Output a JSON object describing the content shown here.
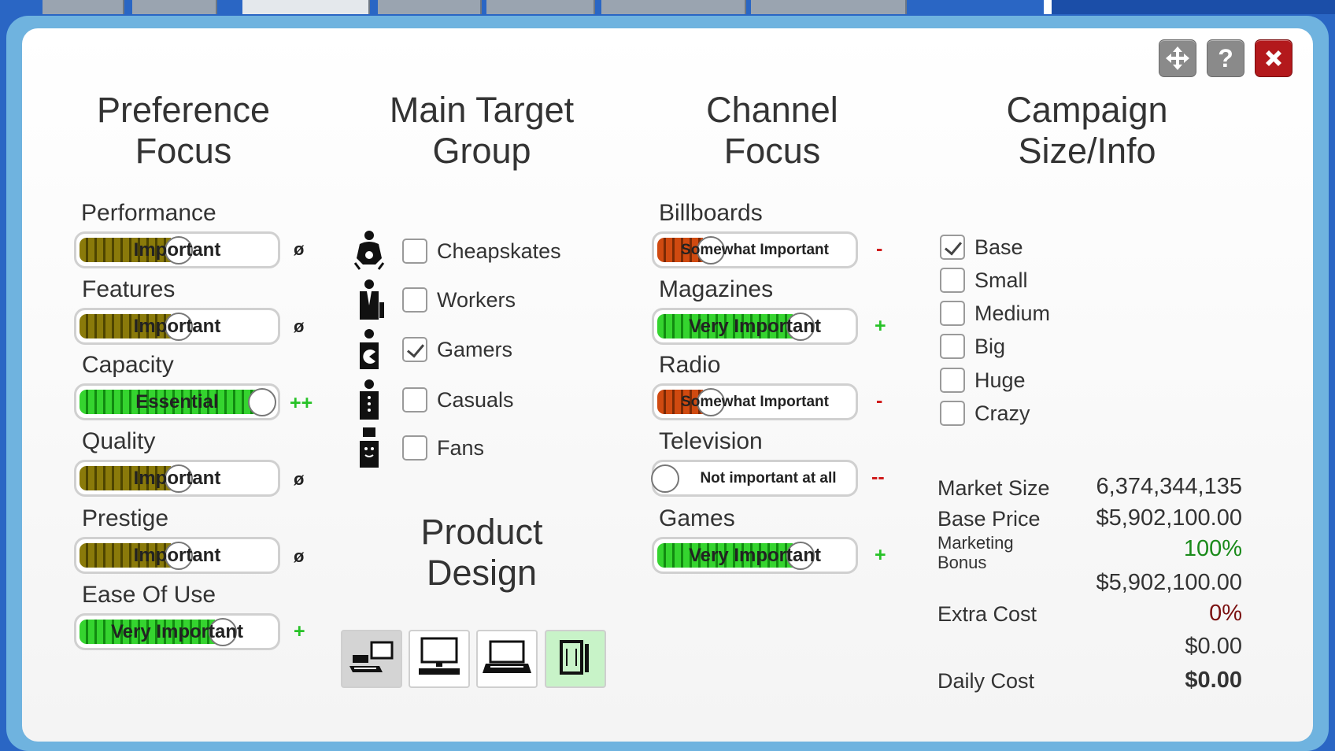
{
  "window": {
    "move_icon": "move-arrows-icon",
    "help_label": "?",
    "close_icon": "close-x-icon"
  },
  "columns": {
    "preference": "Preference\nFocus",
    "target": "Main Target\nGroup",
    "channel": "Channel\nFocus",
    "campaign": "Campaign\nSize/Info",
    "design": "Product\nDesign"
  },
  "preferences": [
    {
      "label": "Performance",
      "value_text": "Important",
      "level": 0.5,
      "indicator": "ø"
    },
    {
      "label": "Features",
      "value_text": "Important",
      "level": 0.5,
      "indicator": "ø"
    },
    {
      "label": "Capacity",
      "value_text": "Essential",
      "level": 1.0,
      "indicator": "++"
    },
    {
      "label": "Quality",
      "value_text": "Important",
      "level": 0.5,
      "indicator": "ø"
    },
    {
      "label": "Prestige",
      "value_text": "Important",
      "level": 0.5,
      "indicator": "ø"
    },
    {
      "label": "Ease Of Use",
      "value_text": "Very Important",
      "level": 0.75,
      "indicator": "+"
    }
  ],
  "target_groups": [
    {
      "label": "Cheapskates",
      "checked": false,
      "icon": "cheapskate-person-icon"
    },
    {
      "label": "Workers",
      "checked": false,
      "icon": "worker-tie-icon"
    },
    {
      "label": "Gamers",
      "checked": true,
      "icon": "gamer-pacman-icon"
    },
    {
      "label": "Casuals",
      "checked": false,
      "icon": "casual-person-icon"
    },
    {
      "label": "Fans",
      "checked": false,
      "icon": "fan-person-icon"
    }
  ],
  "channels": [
    {
      "label": "Billboards",
      "value_text": "Somewhat Important",
      "level": 0.25,
      "indicator": "-"
    },
    {
      "label": "Magazines",
      "value_text": "Very Important",
      "level": 0.75,
      "indicator": "+"
    },
    {
      "label": "Radio",
      "value_text": "Somewhat Important",
      "level": 0.25,
      "indicator": "-"
    },
    {
      "label": "Television",
      "value_text": "Not important at all",
      "level": 0.0,
      "indicator": "--"
    },
    {
      "label": "Games",
      "value_text": "Very Important",
      "level": 0.75,
      "indicator": "+"
    }
  ],
  "design_options": [
    {
      "icon": "console-desktop-icon",
      "selected": "grey"
    },
    {
      "icon": "desktop-monitor-icon",
      "selected": "none"
    },
    {
      "icon": "laptop-icon",
      "selected": "none"
    },
    {
      "icon": "tablet-phone-icon",
      "selected": "green"
    }
  ],
  "sizes": [
    {
      "label": "Base",
      "checked": true
    },
    {
      "label": "Small",
      "checked": false
    },
    {
      "label": "Medium",
      "checked": false
    },
    {
      "label": "Big",
      "checked": false
    },
    {
      "label": "Huge",
      "checked": false
    },
    {
      "label": "Crazy",
      "checked": false
    }
  ],
  "info": {
    "market_size_label": "Market Size",
    "market_size": "6,374,344,135",
    "base_price_label": "Base Price",
    "base_price": "$5,902,100.00",
    "marketing_bonus_label": "Marketing\nBonus",
    "marketing_bonus": "100%",
    "subtotal": "$5,902,100.00",
    "extra_cost_label": "Extra Cost",
    "extra_cost_pct": "0%",
    "extra_cost": "$0.00",
    "daily_cost_label": "Daily Cost",
    "daily_cost": "$0.00"
  },
  "colors": {
    "green": "#27c227",
    "olive": "#8a7a0a",
    "orange": "#d04a10",
    "red": "#d01c1c",
    "dark_green": "#1a8a1a",
    "dark_red": "#7a1010"
  }
}
